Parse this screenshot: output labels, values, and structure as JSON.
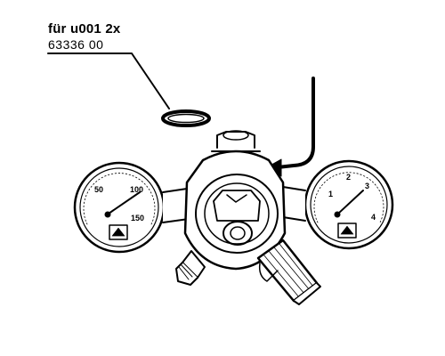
{
  "callout": {
    "title": "für u001 2x",
    "part_number": "63336 00"
  },
  "gauges": {
    "left": {
      "ticks": [
        "50",
        "100",
        "150"
      ]
    },
    "right": {
      "ticks": [
        "1",
        "2",
        "3",
        "4"
      ]
    }
  },
  "colors": {
    "ink": "#000000",
    "paper": "#ffffff"
  }
}
